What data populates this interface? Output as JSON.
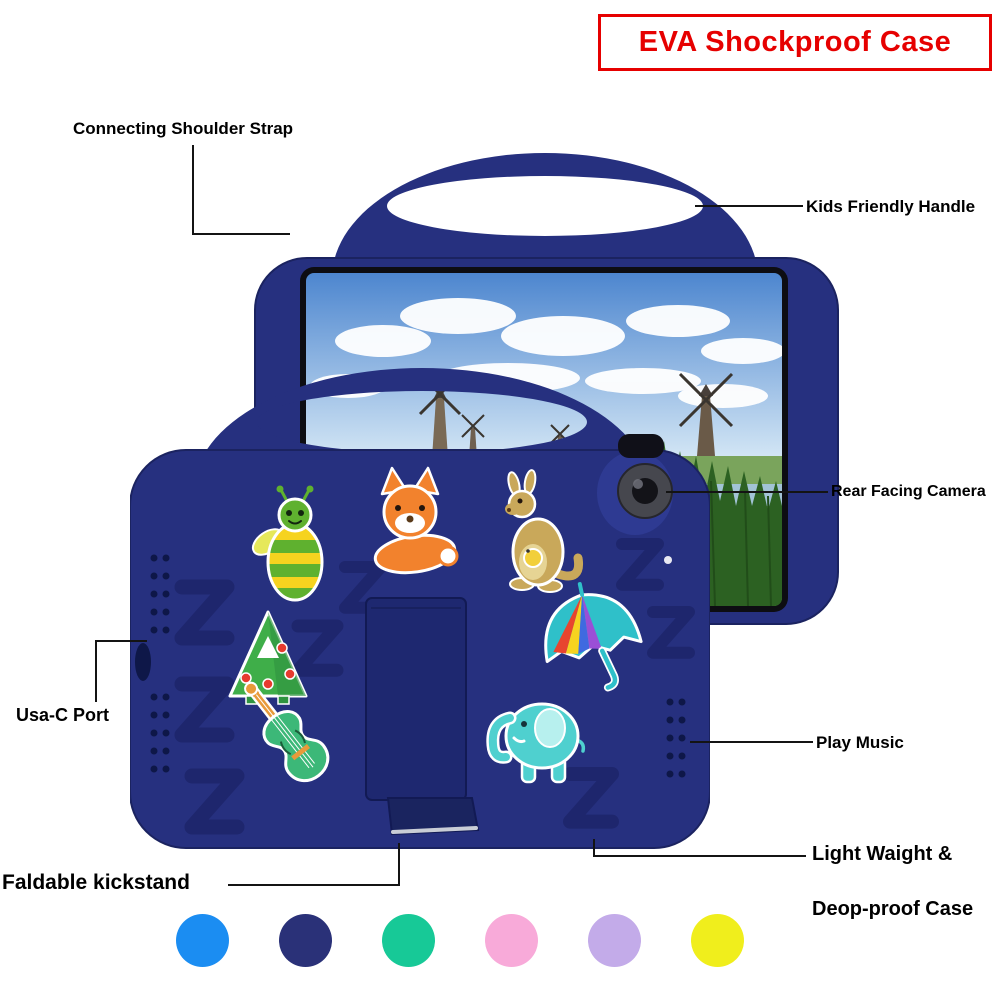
{
  "title": "EVA Shockproof Case",
  "callouts": {
    "shoulder_strap": "Connecting Shoulder Strap",
    "handle": "Kids Friendly Handle",
    "camera": "Rear Facing Camera",
    "usb_port": "Usa-C Port",
    "play_music": "Play Music",
    "kickstand": "Faldable kickstand",
    "lightweight_line1": "Light Waight &",
    "lightweight_line2": "Deop-proof Case"
  },
  "case": {
    "body_color": "#26307f",
    "charms": [
      "bee",
      "fox",
      "kangaroo",
      "tree",
      "umbrella",
      "violin",
      "elephant"
    ],
    "features": [
      "kids-handle",
      "foldable-kickstand",
      "rear-camera-hole",
      "speaker-holes",
      "usb-c-port",
      "shoulder-strap-holes"
    ]
  },
  "accent": {
    "red": "#e60000"
  },
  "color_swatches": [
    {
      "name": "blue",
      "hex": "#1b8df2"
    },
    {
      "name": "navy",
      "hex": "#2a3178"
    },
    {
      "name": "green",
      "hex": "#17c997"
    },
    {
      "name": "pink",
      "hex": "#f8aad9"
    },
    {
      "name": "purple",
      "hex": "#c3abe9"
    },
    {
      "name": "yellow",
      "hex": "#f0ee1c"
    }
  ]
}
